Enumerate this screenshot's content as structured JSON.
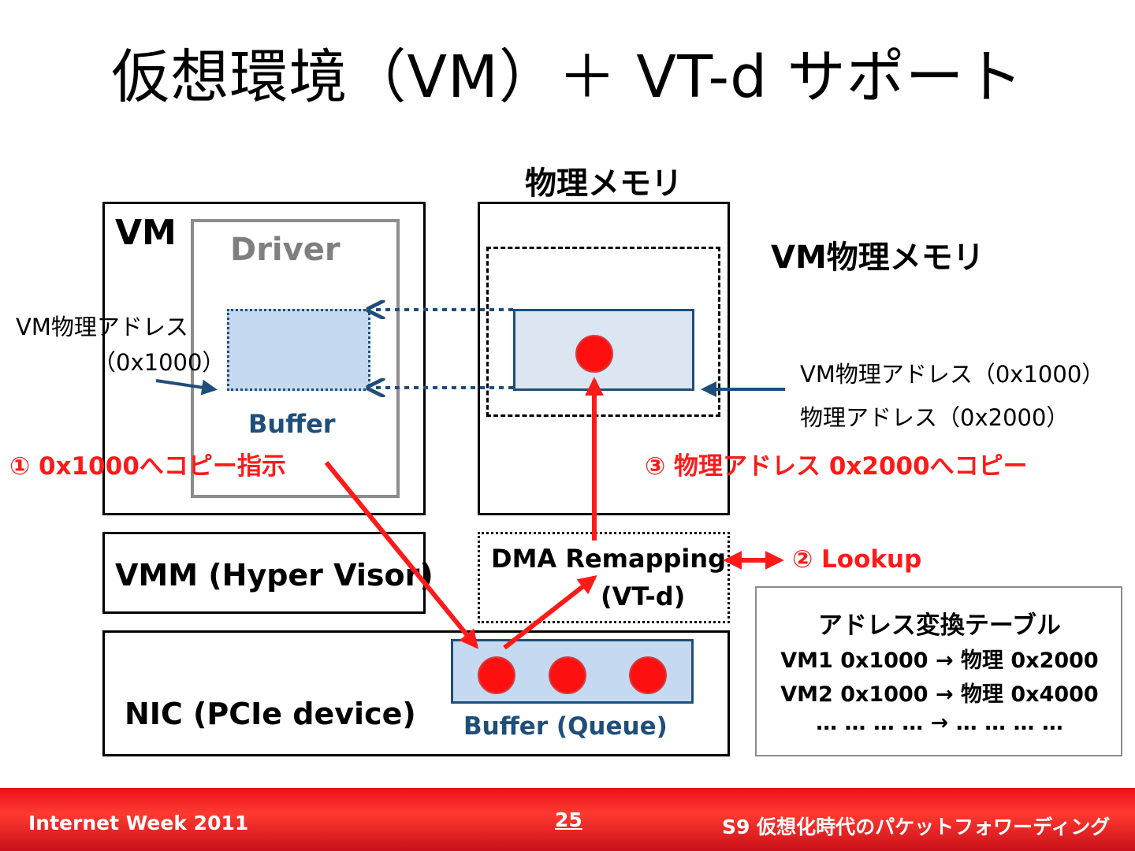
{
  "slide": {
    "title": "仮想環境（VM）＋ VT-d サポート",
    "phys_memory_heading": "物理メモリ",
    "vm_label": "VM",
    "driver_label": "Driver",
    "vm_phys_memory_label": "VM物理メモリ",
    "left_addr": {
      "line1": "VM物理アドレス",
      "line2": "（0x1000）"
    },
    "buffer_label": "Buffer",
    "right_addr": {
      "line1": "VM物理アドレス（0x1000）",
      "line2": "物理アドレス（0x2000）"
    },
    "step1": "① 0x1000へコピー指示",
    "step2": "② Lookup",
    "step3": "③ 物理アドレス 0x2000へコピー",
    "vmm_label": "VMM (Hyper Visor)",
    "dma": {
      "line1": "DMA Remapping",
      "line2": "(VT-d)"
    },
    "nic_label": "NIC (PCIe device)",
    "queue_label": "Buffer (Queue)",
    "table": {
      "title": "アドレス変換テーブル",
      "rows": [
        "VM1 0x1000 → 物理 0x2000",
        "VM2 0x1000 → 物理 0x4000",
        "… … … …  →  … … … …"
      ]
    }
  },
  "footer": {
    "left": "Internet Week 2011",
    "page": "25",
    "right": "S9 仮想化時代のパケットフォワーディング"
  },
  "colors": {
    "red": "#ff1a1a",
    "blue": "#1f4e79",
    "light_blue": "#c5d9f1",
    "light_blue_2": "#dce6f2",
    "gray": "#7f7f7f",
    "footer_red": "#e8101a"
  },
  "icons": [
    "red-dot-icon",
    "arrow-icon"
  ]
}
